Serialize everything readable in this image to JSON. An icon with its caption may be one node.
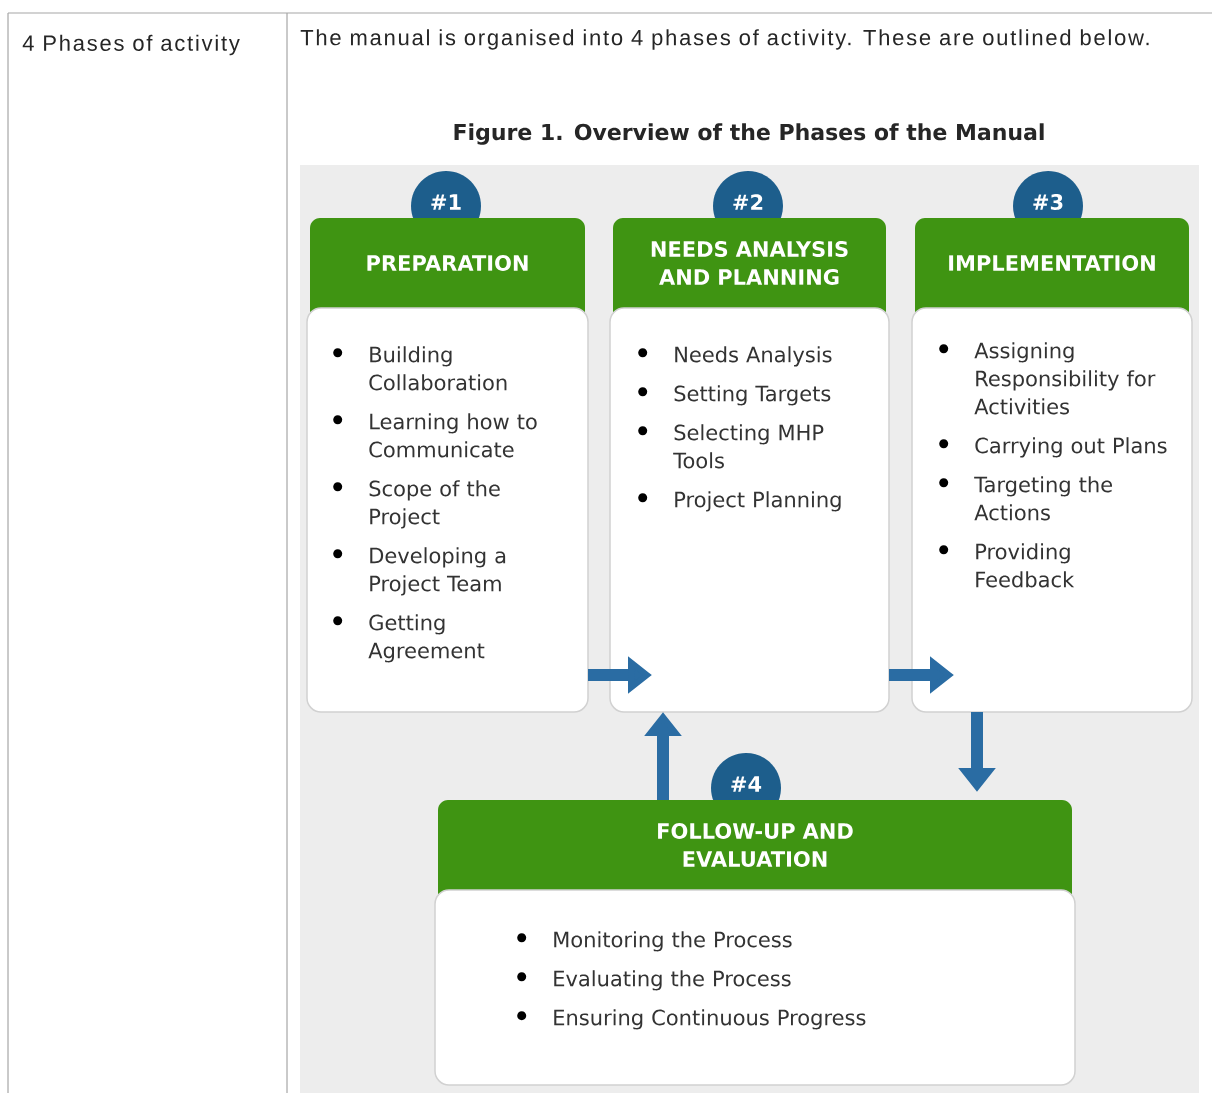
{
  "diagram": {
    "title": "Figure 1. Overview of the Phases of the Manual",
    "nodes": [
      {
        "text": [
          "PREPARATION",
          "Building Collaboration",
          "Learning how to Communicate",
          "Scope of the Project",
          "Developing a Project Team",
          "Getting Agreement"
        ],
        "beside": [
          "#1"
        ]
      },
      {
        "text": [
          "NEEDS ANALYSIS AND PLANNING",
          "Needs Analysis",
          "Setting Targets",
          "Selecting MHP Tools",
          "Project Planning"
        ],
        "beside": [
          "#2"
        ]
      },
      {
        "text": [
          "IMPLEMENTATION",
          "Assigning Responsibility for Activities",
          "Carrying out Plans",
          "Targeting the Actions",
          "Providing Feedback"
        ],
        "beside": [
          "#3"
        ]
      },
      {
        "text": [
          "FOLLOW-UP AND EVALUATION",
          "Monitoring the Process",
          "Evaluating the Process",
          "Ensuring Continuous Progress"
        ],
        "beside": [
          "#4"
        ]
      }
    ],
    "edges": [
      {
        "from": 0,
        "to": 1,
        "arrow": "to"
      },
      {
        "from": 1,
        "to": 2,
        "arrow": "to"
      },
      {
        "from": 2,
        "to": 3,
        "arrow": "to"
      },
      {
        "from": 3,
        "to": 1,
        "arrow": "to"
      }
    ],
    "labels": [
      "4 Phases of activity",
      "The manual is organised into 4 phases of activity. These are outlined below."
    ]
  }
}
